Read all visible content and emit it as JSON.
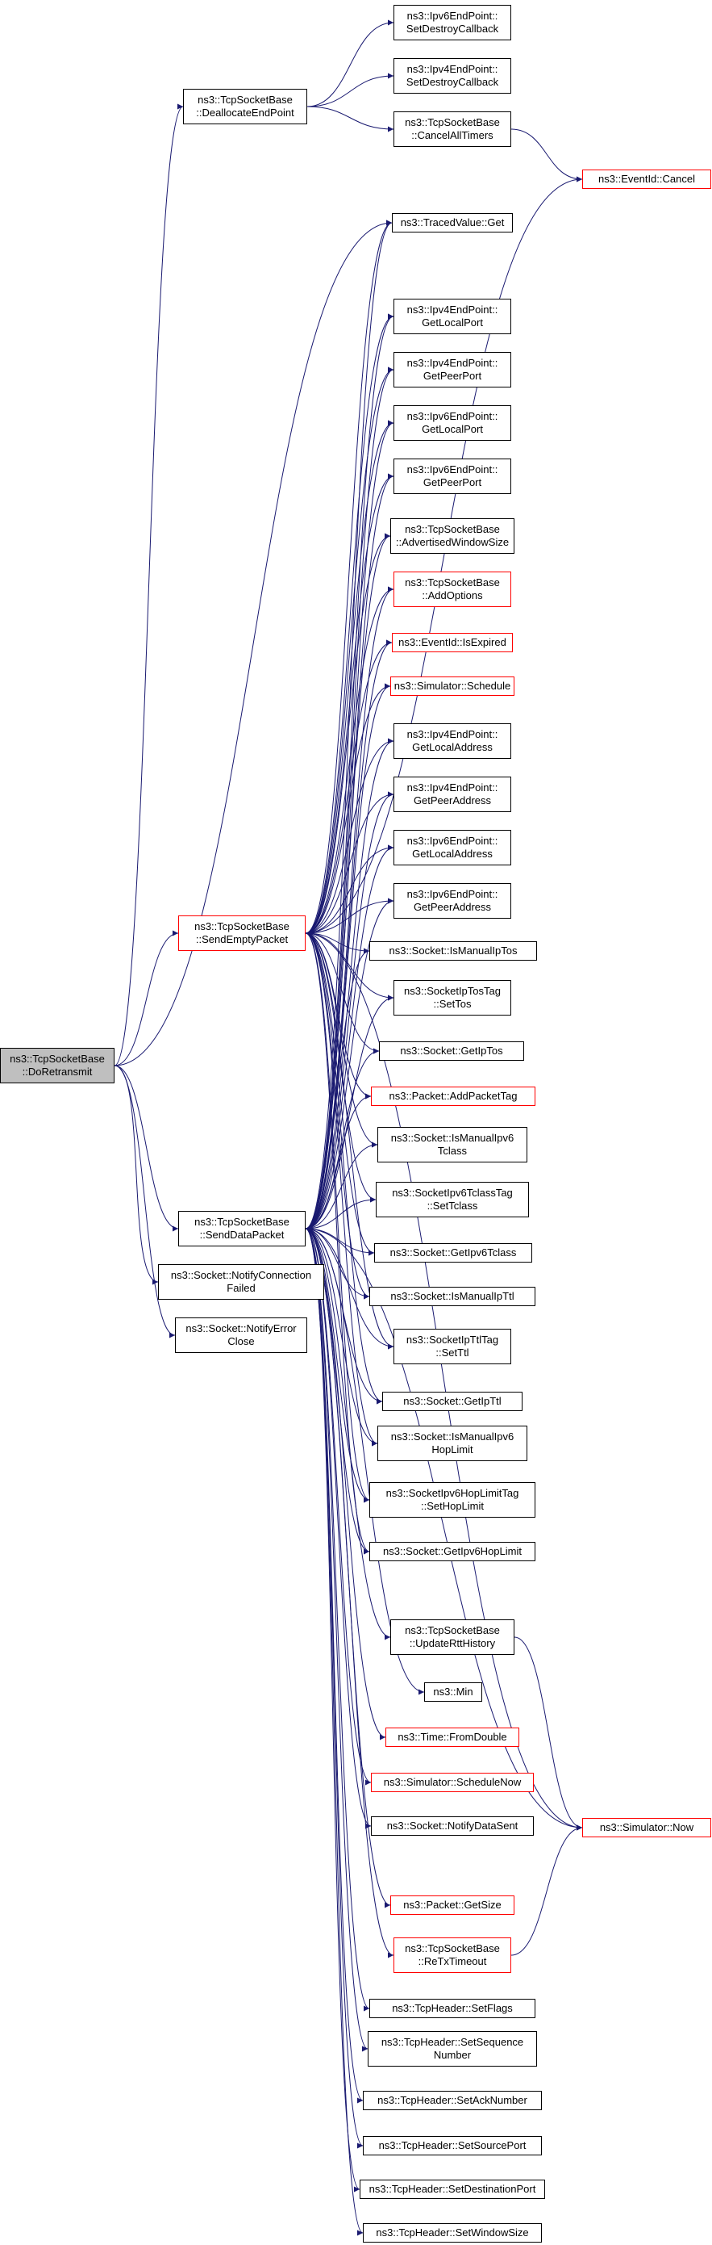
{
  "diagram": {
    "type": "call-graph",
    "colors": {
      "edge": "#191970",
      "border": "#000000",
      "highlight_border": "#ff0000",
      "root_fill": "#bfbfbf"
    },
    "nodes": [
      {
        "id": "root",
        "label": "ns3::TcpSocketBase\n::DoRetransmit",
        "style": "root"
      },
      {
        "id": "dealloc",
        "label": "ns3::TcpSocketBase\n::DeallocateEndPoint"
      },
      {
        "id": "sendempty",
        "label": "ns3::TcpSocketBase\n::SendEmptyPacket",
        "style": "red"
      },
      {
        "id": "senddata",
        "label": "ns3::TcpSocketBase\n::SendDataPacket"
      },
      {
        "id": "notifyconn",
        "label": "ns3::Socket::NotifyConnection\nFailed"
      },
      {
        "id": "notifyerr",
        "label": "ns3::Socket::NotifyError\nClose"
      },
      {
        "id": "v6destroy",
        "label": "ns3::Ipv6EndPoint::\nSetDestroyCallback"
      },
      {
        "id": "v4destroy",
        "label": "ns3::Ipv4EndPoint::\nSetDestroyCallback"
      },
      {
        "id": "cancelall",
        "label": "ns3::TcpSocketBase\n::CancelAllTimers"
      },
      {
        "id": "cancel",
        "label": "ns3::EventId::Cancel",
        "style": "red"
      },
      {
        "id": "tracedget",
        "label": "ns3::TracedValue::Get"
      },
      {
        "id": "v4glp",
        "label": "ns3::Ipv4EndPoint::\nGetLocalPort"
      },
      {
        "id": "v4gpp",
        "label": "ns3::Ipv4EndPoint::\nGetPeerPort"
      },
      {
        "id": "v6glp",
        "label": "ns3::Ipv6EndPoint::\nGetLocalPort"
      },
      {
        "id": "v6gpp",
        "label": "ns3::Ipv6EndPoint::\nGetPeerPort"
      },
      {
        "id": "adws",
        "label": "ns3::TcpSocketBase\n::AdvertisedWindowSize"
      },
      {
        "id": "addopt",
        "label": "ns3::TcpSocketBase\n::AddOptions",
        "style": "red"
      },
      {
        "id": "isexp",
        "label": "ns3::EventId::IsExpired",
        "style": "red"
      },
      {
        "id": "sched",
        "label": "ns3::Simulator::Schedule",
        "style": "red"
      },
      {
        "id": "v4gla",
        "label": "ns3::Ipv4EndPoint::\nGetLocalAddress"
      },
      {
        "id": "v4gpa",
        "label": "ns3::Ipv4EndPoint::\nGetPeerAddress"
      },
      {
        "id": "v6gla",
        "label": "ns3::Ipv6EndPoint::\nGetLocalAddress"
      },
      {
        "id": "v6gpa",
        "label": "ns3::Ipv6EndPoint::\nGetPeerAddress"
      },
      {
        "id": "ismiptos",
        "label": "ns3::Socket::IsManualIpTos"
      },
      {
        "id": "settos",
        "label": "ns3::SocketIpTosTag\n::SetTos"
      },
      {
        "id": "getiptos",
        "label": "ns3::Socket::GetIpTos"
      },
      {
        "id": "addtag",
        "label": "ns3::Packet::AddPacketTag",
        "style": "red"
      },
      {
        "id": "ismv6tc",
        "label": "ns3::Socket::IsManualIpv6\nTclass"
      },
      {
        "id": "settclass",
        "label": "ns3::SocketIpv6TclassTag\n::SetTclass"
      },
      {
        "id": "getv6tc",
        "label": "ns3::Socket::GetIpv6Tclass"
      },
      {
        "id": "ismipttl",
        "label": "ns3::Socket::IsManualIpTtl"
      },
      {
        "id": "setttl",
        "label": "ns3::SocketIpTtlTag\n::SetTtl"
      },
      {
        "id": "getipttl",
        "label": "ns3::Socket::GetIpTtl"
      },
      {
        "id": "ismv6hl",
        "label": "ns3::Socket::IsManualIpv6\nHopLimit"
      },
      {
        "id": "sethl",
        "label": "ns3::SocketIpv6HopLimitTag\n::SetHopLimit"
      },
      {
        "id": "getv6hl",
        "label": "ns3::Socket::GetIpv6HopLimit"
      },
      {
        "id": "updrtt",
        "label": "ns3::TcpSocketBase\n::UpdateRttHistory"
      },
      {
        "id": "min",
        "label": "ns3::Min"
      },
      {
        "id": "fromdbl",
        "label": "ns3::Time::FromDouble",
        "style": "red"
      },
      {
        "id": "schednow",
        "label": "ns3::Simulator::ScheduleNow",
        "style": "red"
      },
      {
        "id": "nds",
        "label": "ns3::Socket::NotifyDataSent"
      },
      {
        "id": "now",
        "label": "ns3::Simulator::Now",
        "style": "red"
      },
      {
        "id": "getsize",
        "label": "ns3::Packet::GetSize",
        "style": "red"
      },
      {
        "id": "rto",
        "label": "ns3::TcpSocketBase\n::ReTxTimeout",
        "style": "red"
      },
      {
        "id": "setflags",
        "label": "ns3::TcpHeader::SetFlags"
      },
      {
        "id": "setseq",
        "label": "ns3::TcpHeader::SetSequence\nNumber"
      },
      {
        "id": "setack",
        "label": "ns3::TcpHeader::SetAckNumber"
      },
      {
        "id": "setsrc",
        "label": "ns3::TcpHeader::SetSourcePort"
      },
      {
        "id": "setdst",
        "label": "ns3::TcpHeader::SetDestinationPort"
      },
      {
        "id": "setwin",
        "label": "ns3::TcpHeader::SetWindowSize"
      }
    ],
    "edges": [
      [
        "root",
        "dealloc"
      ],
      [
        "root",
        "sendempty"
      ],
      [
        "root",
        "senddata"
      ],
      [
        "root",
        "notifyconn"
      ],
      [
        "root",
        "notifyerr"
      ],
      [
        "root",
        "tracedget"
      ],
      [
        "dealloc",
        "v6destroy"
      ],
      [
        "dealloc",
        "v4destroy"
      ],
      [
        "dealloc",
        "cancelall"
      ],
      [
        "cancelall",
        "cancel"
      ],
      [
        "sendempty",
        "tracedget"
      ],
      [
        "sendempty",
        "v4glp"
      ],
      [
        "sendempty",
        "v4gpp"
      ],
      [
        "sendempty",
        "v6glp"
      ],
      [
        "sendempty",
        "v6gpp"
      ],
      [
        "sendempty",
        "adws"
      ],
      [
        "sendempty",
        "addopt"
      ],
      [
        "sendempty",
        "isexp"
      ],
      [
        "sendempty",
        "sched"
      ],
      [
        "sendempty",
        "v4gla"
      ],
      [
        "sendempty",
        "v4gpa"
      ],
      [
        "sendempty",
        "v6gla"
      ],
      [
        "sendempty",
        "v6gpa"
      ],
      [
        "sendempty",
        "ismiptos"
      ],
      [
        "sendempty",
        "settos"
      ],
      [
        "sendempty",
        "getiptos"
      ],
      [
        "sendempty",
        "addtag"
      ],
      [
        "sendempty",
        "ismv6tc"
      ],
      [
        "sendempty",
        "settclass"
      ],
      [
        "sendempty",
        "getv6tc"
      ],
      [
        "sendempty",
        "ismipttl"
      ],
      [
        "sendempty",
        "setttl"
      ],
      [
        "sendempty",
        "getipttl"
      ],
      [
        "sendempty",
        "ismv6hl"
      ],
      [
        "sendempty",
        "sethl"
      ],
      [
        "sendempty",
        "getv6hl"
      ],
      [
        "sendempty",
        "cancel"
      ],
      [
        "sendempty",
        "now"
      ],
      [
        "senddata",
        "tracedget"
      ],
      [
        "senddata",
        "v4glp"
      ],
      [
        "senddata",
        "v4gpp"
      ],
      [
        "senddata",
        "v6glp"
      ],
      [
        "senddata",
        "v6gpp"
      ],
      [
        "senddata",
        "adws"
      ],
      [
        "senddata",
        "addopt"
      ],
      [
        "senddata",
        "isexp"
      ],
      [
        "senddata",
        "sched"
      ],
      [
        "senddata",
        "v4gla"
      ],
      [
        "senddata",
        "v4gpa"
      ],
      [
        "senddata",
        "v6gla"
      ],
      [
        "senddata",
        "v6gpa"
      ],
      [
        "senddata",
        "ismiptos"
      ],
      [
        "senddata",
        "settos"
      ],
      [
        "senddata",
        "getiptos"
      ],
      [
        "senddata",
        "addtag"
      ],
      [
        "senddata",
        "ismv6tc"
      ],
      [
        "senddata",
        "settclass"
      ],
      [
        "senddata",
        "getv6tc"
      ],
      [
        "senddata",
        "ismipttl"
      ],
      [
        "senddata",
        "setttl"
      ],
      [
        "senddata",
        "getipttl"
      ],
      [
        "senddata",
        "ismv6hl"
      ],
      [
        "senddata",
        "sethl"
      ],
      [
        "senddata",
        "getv6hl"
      ],
      [
        "senddata",
        "updrtt"
      ],
      [
        "senddata",
        "min"
      ],
      [
        "senddata",
        "fromdbl"
      ],
      [
        "senddata",
        "schednow"
      ],
      [
        "senddata",
        "nds"
      ],
      [
        "senddata",
        "now"
      ],
      [
        "senddata",
        "getsize"
      ],
      [
        "senddata",
        "rto"
      ],
      [
        "senddata",
        "setflags"
      ],
      [
        "senddata",
        "setseq"
      ],
      [
        "senddata",
        "setack"
      ],
      [
        "senddata",
        "setsrc"
      ],
      [
        "senddata",
        "setdst"
      ],
      [
        "senddata",
        "setwin"
      ],
      [
        "updrtt",
        "now"
      ],
      [
        "rto",
        "now"
      ]
    ]
  }
}
